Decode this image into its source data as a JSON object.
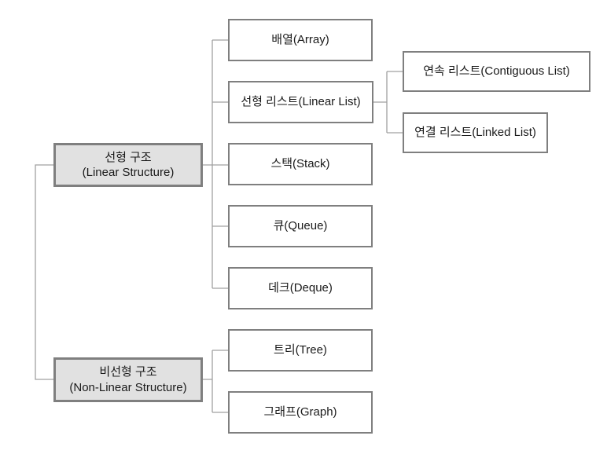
{
  "diagram": {
    "description": "Data structure classification tree",
    "colors": {
      "background": "#ffffff",
      "group_fill": "#e1e1e1",
      "box_border": "#7f7f7f",
      "connector_line": "#a0a0a0",
      "text": "#1a1a1a"
    },
    "nodes": {
      "group_linear": {
        "ko": "선형 구조",
        "en": "(Linear Structure)"
      },
      "group_nonlinear": {
        "ko": "비선형 구조",
        "en": "(Non-Linear Structure)"
      },
      "array": {
        "label": "배열(Array)"
      },
      "linear_list": {
        "label": "선형 리스트(Linear List)"
      },
      "contiguous_list": {
        "label": "연속 리스트(Contiguous List)"
      },
      "linked_list": {
        "label": "연결 리스트(Linked List)"
      },
      "stack": {
        "label": "스택(Stack)"
      },
      "queue": {
        "label": "큐(Queue)"
      },
      "deque": {
        "label": "데크(Deque)"
      },
      "tree": {
        "label": "트리(Tree)"
      },
      "graph": {
        "label": "그래프(Graph)"
      }
    },
    "hierarchy": [
      {
        "group": "선형 구조 (Linear Structure)",
        "children": [
          "배열(Array)",
          "선형 리스트(Linear List)",
          "스택(Stack)",
          "큐(Queue)",
          "데크(Deque)"
        ],
        "grandchildren_of_linear_list": [
          "연속 리스트(Contiguous List)",
          "연결 리스트(Linked List)"
        ]
      },
      {
        "group": "비선형 구조 (Non-Linear Structure)",
        "children": [
          "트리(Tree)",
          "그래프(Graph)"
        ]
      }
    ]
  }
}
